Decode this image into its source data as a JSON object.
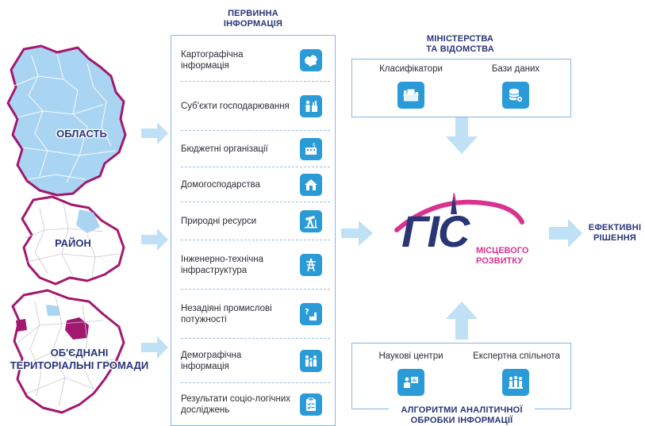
{
  "regions": {
    "oblast": "ОБЛАСТЬ",
    "raion": "РАЙОН",
    "otg_line1": "ОБ'ЄДНАНІ",
    "otg_line2": "ТЕРИТОРІАЛЬНІ ГРОМАДИ"
  },
  "primary_info": {
    "title_line1": "ПЕРВИННА",
    "title_line2": "ІНФОРМАЦІЯ",
    "items": [
      {
        "label": "Картографічна інформація",
        "icon": "ukraine-map-icon"
      },
      {
        "label": "Суб'єкти господарювання",
        "icon": "business-people-icon"
      },
      {
        "label": "Бюджетні організації",
        "icon": "budget-building-icon"
      },
      {
        "label": "Домогосподарства",
        "icon": "house-icon"
      },
      {
        "label": "Природні ресурси",
        "icon": "oil-pump-icon"
      },
      {
        "label": "Інженерно-технічна інфраструктура",
        "icon": "power-tower-icon"
      },
      {
        "label": "Незадіяні промислові потужності",
        "icon": "idle-factory-icon"
      },
      {
        "label": "Демографічна інформація",
        "icon": "family-icon"
      },
      {
        "label": "Результати соціо-логічних досліджень",
        "icon": "survey-clipboard-icon"
      }
    ]
  },
  "ministries": {
    "title_line1": "МІНІСТЕРСТВА",
    "title_line2": "ТА ВІДОМСТВА",
    "items": [
      {
        "label": "Класифікатори",
        "icon": "folder-icon"
      },
      {
        "label": "Бази даних",
        "icon": "database-gear-icon"
      }
    ]
  },
  "center_logo": {
    "main": "ГІС",
    "sub_line1": "МІСЦЕВОГО",
    "sub_line2": "РОЗВИТКУ"
  },
  "output": {
    "line1": "ЕФЕКТИВНІ",
    "line2": "РІШЕННЯ"
  },
  "algorithms": {
    "items": [
      {
        "label": "Наукові центри",
        "icon": "presentation-icon"
      },
      {
        "label": "Експертна спільнота",
        "icon": "experts-group-icon"
      }
    ],
    "title_line1": "АЛГОРИТМИ АНАЛІТИЧНОЇ",
    "title_line2": "ОБРОБКИ ІНФОРМАЦІЇ"
  },
  "colors": {
    "navy": "#2a3577",
    "accent_blue": "#2b9bd7",
    "arrow_blue": "#bfe0f5",
    "region_fill": "#aad5f2",
    "region_border": "#a3186f",
    "magenta": "#d8338f"
  }
}
